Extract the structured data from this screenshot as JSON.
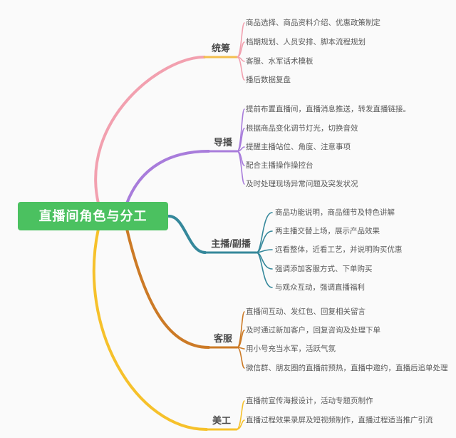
{
  "central": {
    "label": "直播间角色与分工",
    "bg_color": "#4BC160",
    "text_color": "#ffffff"
  },
  "branches": [
    {
      "label": "统筹",
      "branch_color": "#F2A0AF",
      "underline_color": "#F3BE4D",
      "leaves": [
        "商品选择、商品资料介绍、优惠政策制定",
        "档期规划、人员安排、脚本流程规划",
        "客服、水军话术模板",
        "播后数据复盘"
      ]
    },
    {
      "label": "导播",
      "branch_color": "#A87CDB",
      "underline_color": "#A87CDB",
      "leaves": [
        "提前布置直播间，直播消息推送，转发直播链接。",
        "根据商品变化调节灯光，切换音效",
        "提醒主播站位、角度、注意事项",
        "配合主播操作操控台",
        "及时处理现场异常问题及突发状况"
      ]
    },
    {
      "label": "主播/副播",
      "branch_color": "#35889B",
      "underline_color": "#35889B",
      "leaves": [
        "商品功能说明，商品细节及特色讲解",
        "两主播交替上场，展示产品效果",
        "远看整体，近看工艺，并说明购买优惠",
        "强调添加客服方式、下单购买",
        "与观众互动，强调直播福利"
      ]
    },
    {
      "label": "客服",
      "branch_color": "#CC7A26",
      "underline_color": "#CC7A26",
      "leaves": [
        "直播间互动、发红包、回复相关留言",
        "及时通过新加客户，回复咨询及处理下单",
        "用小号充当水军，活跃气氛",
        "微信群、朋友圈的直播前预热，直播中邀约，直播后追单处理"
      ]
    },
    {
      "label": "美工",
      "branch_color": "#F6C12B",
      "underline_color": "#F6C12B",
      "leaves": [
        "直播前宣传海报设计，活动专题页制作",
        "直播过程效果录屏及短视频制作，直播过程适当推广引流"
      ]
    }
  ]
}
